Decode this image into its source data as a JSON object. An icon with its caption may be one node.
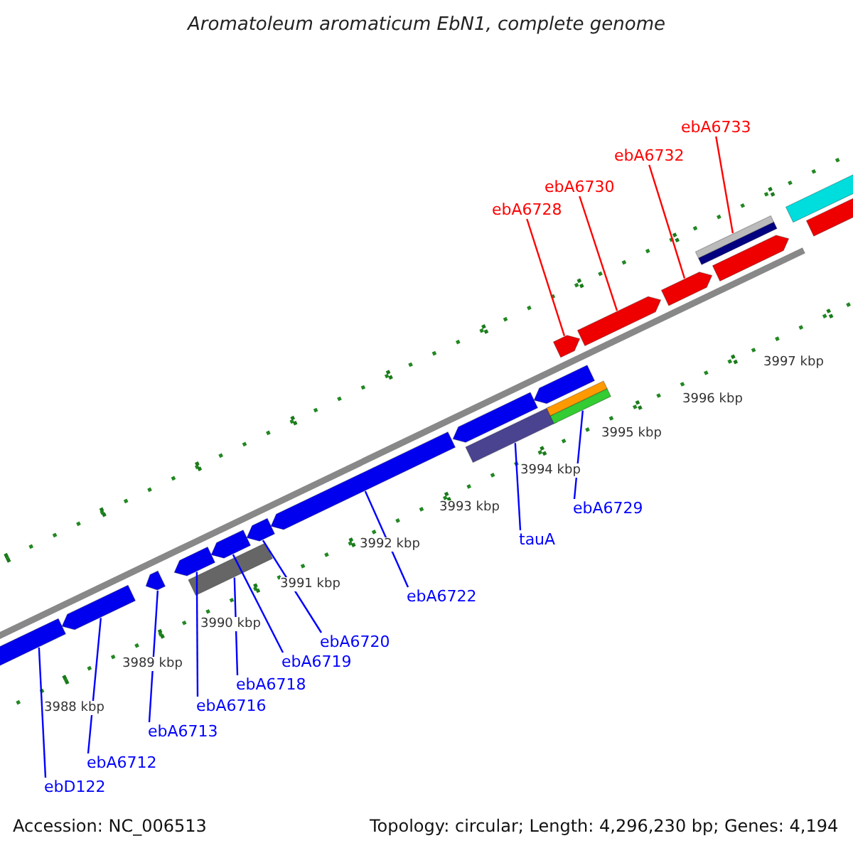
{
  "diagram": {
    "title": "Aromatoleum aromaticum EbN1, complete genome",
    "nodes": [
      {
        "text": [
          "ebA6733"
        ]
      },
      {
        "text": [
          "ebA6732"
        ]
      },
      {
        "text": [
          "ebA6730"
        ]
      },
      {
        "text": [
          "ebA6728"
        ]
      },
      {
        "text": [
          "ebA6729"
        ]
      },
      {
        "text": [
          "tauA"
        ]
      },
      {
        "text": [
          "ebA6722"
        ]
      },
      {
        "text": [
          "ebA6720"
        ]
      },
      {
        "text": [
          "ebA6719"
        ]
      },
      {
        "text": [
          "ebA6718"
        ]
      },
      {
        "text": [
          "ebA6716"
        ]
      },
      {
        "text": [
          "ebA6713"
        ]
      },
      {
        "text": [
          "ebA6712"
        ]
      },
      {
        "text": [
          "ebD122"
        ]
      },
      {
        "text": [],
        "shape": "bar"
      },
      {
        "text": [],
        "shape": "bar"
      },
      {
        "text": [],
        "shape": "bar"
      },
      {
        "text": [],
        "shape": "bar"
      },
      {
        "text": [],
        "shape": "bar"
      },
      {
        "text": [],
        "shape": "bar"
      },
      {
        "text": [],
        "shape": "bar"
      },
      {
        "text": [],
        "shape": "bar"
      },
      {
        "text": [],
        "shape": "bar"
      },
      {
        "text": [],
        "shape": "bar"
      },
      {
        "text": [],
        "shape": "bar"
      },
      {
        "text": [],
        "shape": "bar"
      },
      {
        "text": [],
        "shape": "bar"
      },
      {
        "text": [],
        "shape": "bar"
      },
      {
        "text": [],
        "shape": "bar"
      },
      {
        "text": [],
        "shape": "bar"
      },
      {
        "text": [],
        "shape": "bar"
      },
      {
        "text": [],
        "shape": "bar"
      },
      {
        "text": [],
        "shape": "bar"
      }
    ],
    "edges": [
      {
        "from": 0,
        "to": 29,
        "arrow": "none",
        "color": "#ff0000"
      },
      {
        "from": 1,
        "to": 28,
        "arrow": "none",
        "color": "#ff0000"
      },
      {
        "from": 2,
        "to": 27,
        "arrow": "none",
        "color": "#ff0000"
      },
      {
        "from": 3,
        "to": 26,
        "arrow": "none",
        "color": "#ff0000"
      },
      {
        "from": 4,
        "to": 25,
        "arrow": "none"
      },
      {
        "from": 5,
        "to": 23,
        "arrow": "none"
      },
      {
        "from": 6,
        "to": 21,
        "arrow": "none"
      },
      {
        "from": 7,
        "to": 20,
        "arrow": "none"
      },
      {
        "from": 8,
        "to": 19,
        "arrow": "none"
      },
      {
        "from": 9,
        "to": 18,
        "arrow": "none"
      },
      {
        "from": 10,
        "to": 17,
        "arrow": "none"
      },
      {
        "from": 11,
        "to": 16,
        "arrow": "none"
      },
      {
        "from": 12,
        "to": 15,
        "arrow": "none"
      },
      {
        "from": 13,
        "to": 14,
        "arrow": "none"
      }
    ],
    "labels": [
      "3997 kbp",
      "3996 kbp",
      "3995 kbp",
      "3994 kbp",
      "3993 kbp",
      "3992 kbp",
      "3991 kbp",
      "3990 kbp",
      "3989 kbp",
      "3988 kbp",
      "Accession: NC_006513",
      "Topology: circular; Length: 4,296,230 bp; Genes: 4,194"
    ]
  }
}
